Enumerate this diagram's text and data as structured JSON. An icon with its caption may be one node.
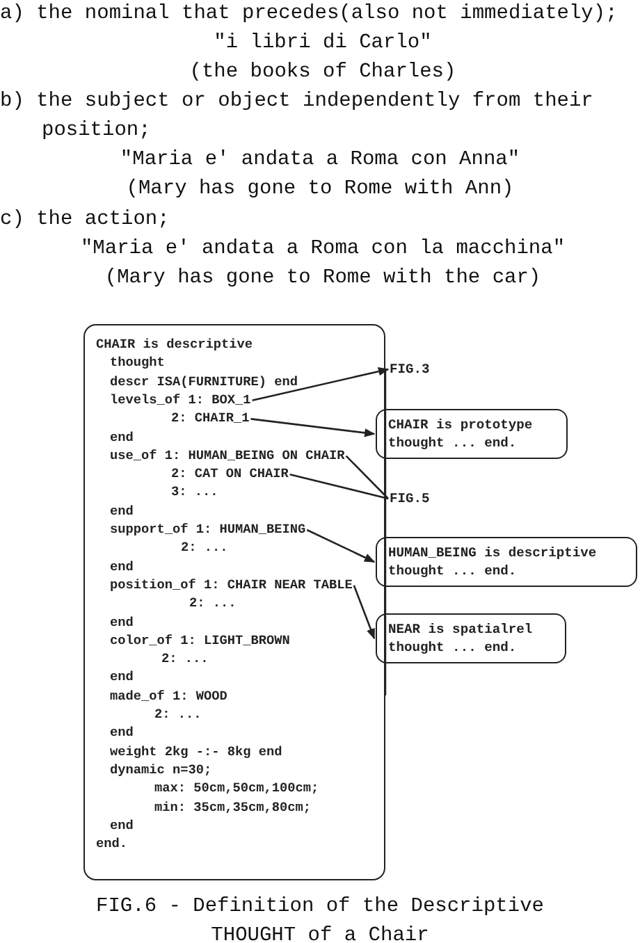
{
  "diagram": {
    "caption": "FIG.6 - Definition of the Descriptive THOUGHT of a Chair",
    "nodes": [
      {
        "text": [],
        "shape": "box"
      },
      {
        "text": [
          "CHAIR is descriptive"
        ],
        "in": 0
      },
      {
        "text": [
          "thought"
        ],
        "in": 0
      },
      {
        "text": [
          "descr ISA(FURNITURE) end"
        ],
        "in": 0
      },
      {
        "text": [
          "levels_of 1: BOX_1"
        ],
        "in": 0
      },
      {
        "text": [
          "2: CHAIR_1"
        ],
        "in": 0
      },
      {
        "text": [
          "end"
        ],
        "in": 0
      },
      {
        "text": [
          "use_of 1: HUMAN_BEING ON CHAIR"
        ],
        "in": 0
      },
      {
        "text": [
          "2: CAT ON CHAIR"
        ],
        "in": 0
      },
      {
        "text": [
          "3: ..."
        ],
        "in": 0
      },
      {
        "text": [
          "end"
        ],
        "in": 0
      },
      {
        "text": [
          "support_of 1: HUMAN_BEING"
        ],
        "in": 0
      },
      {
        "text": [
          "2: ..."
        ],
        "in": 0
      },
      {
        "text": [
          "end"
        ],
        "in": 0
      },
      {
        "text": [
          "position_of 1: CHAIR NEAR TABLE"
        ],
        "in": 0
      },
      {
        "text": [
          "2: ..."
        ],
        "in": 0
      },
      {
        "text": [
          "end"
        ],
        "in": 0
      },
      {
        "text": [
          "color_of 1: LIGHT_BROWN"
        ],
        "in": 0
      },
      {
        "text": [
          "2: ..."
        ],
        "in": 0
      },
      {
        "text": [
          "end"
        ],
        "in": 0
      },
      {
        "text": [
          "made_of 1: WOOD"
        ],
        "in": 0
      },
      {
        "text": [
          "2: ..."
        ],
        "in": 0
      },
      {
        "text": [
          "end"
        ],
        "in": 0
      },
      {
        "text": [
          "weight 2kg -:- 8kg end"
        ],
        "in": 0
      },
      {
        "text": [
          "dynamic n=30;"
        ],
        "in": 0
      },
      {
        "text": [
          "max: 50cm,50cm,100cm;"
        ],
        "in": 0
      },
      {
        "text": [
          "min: 35cm,35cm,80cm;"
        ],
        "in": 0
      },
      {
        "text": [
          "end"
        ],
        "in": 0
      },
      {
        "text": [
          "end."
        ],
        "in": 0
      },
      {
        "text": [
          "FIG.3"
        ]
      },
      {
        "text": [
          "CHAIR is prototype thought ... end."
        ]
      },
      {
        "text": [
          "FIG.5"
        ]
      },
      {
        "text": [
          "HUMAN_BEING is descriptive thought ... end."
        ]
      },
      {
        "text": [
          "NEAR is spatialrel thought ... end."
        ]
      }
    ],
    "edges": [
      {
        "from": 4,
        "to": 29,
        "arrow": "to"
      },
      {
        "from": 5,
        "to": 30,
        "arrow": "to"
      },
      {
        "from": 7,
        "to": 31,
        "arrow": "none"
      },
      {
        "from": 8,
        "to": 31,
        "arrow": "none"
      },
      {
        "from": 11,
        "to": 32,
        "arrow": "to"
      },
      {
        "from": 14,
        "to": 33,
        "arrow": "to"
      }
    ],
    "labels": [
      "a) the nominal that precedes(also not immediately);",
      "\"i libri di Carlo\"",
      "(the books of Charles)",
      "b) the subject or object independently from their position;",
      "\"Maria e' andata a Roma con Anna\"",
      "(Mary has gone to Rome with Ann)",
      "c) the action;",
      "\"Maria e' andata a Roma con la macchina\"",
      "(Mary has gone to Rome with the car)"
    ]
  }
}
